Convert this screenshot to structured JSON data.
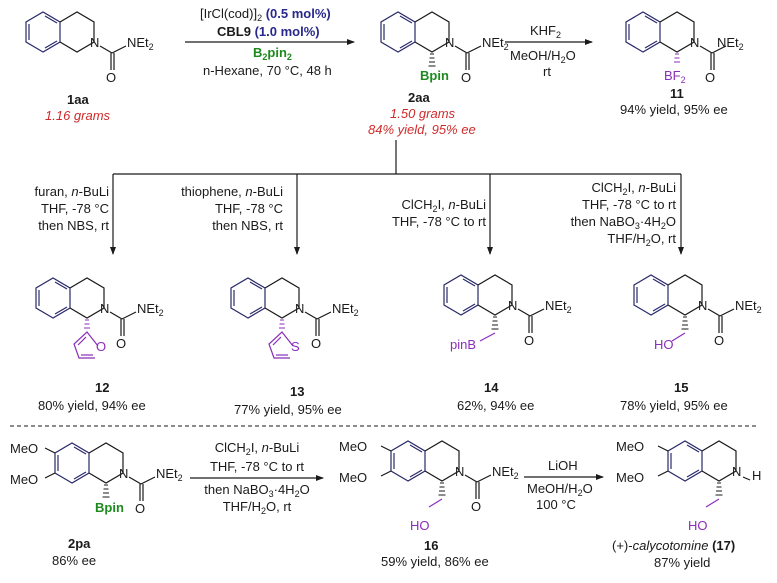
{
  "colors": {
    "red": "#d02a2a",
    "navy": "#28288c",
    "green": "#1e8a1e",
    "purple": "#8a2fb8",
    "text": "#1a1a1a"
  },
  "top": {
    "sm": {
      "label": "1aa",
      "amount": "1.16 grams",
      "group": "NEt",
      "sub": "2"
    },
    "step1": {
      "cat_pre": "[IrCl(cod)]",
      "cat_sub": "2",
      "cat_load": "(0.5 mol%)",
      "ligand": "CBL9",
      "ligand_load": "(1.0 mol%)",
      "reagent_pre": "B",
      "reagent_sub": "2",
      "reagent_post": "pin",
      "reagent_post_sub": "2",
      "conditions": "n-Hexane, 70 °C, 48 h"
    },
    "p2aa": {
      "label": "2aa",
      "amount": "1.50 grams",
      "result": "84% yield, 95% ee",
      "boron": "Bpin"
    },
    "step2": {
      "reagent": "KHF",
      "reagent_sub": "2",
      "solvent_pre": "MeOH/H",
      "solvent_sub": "2",
      "solvent_post": "O",
      "temp": "rt"
    },
    "p11": {
      "label": "11",
      "result": "94% yield, 95% ee",
      "boron": "BF",
      "boron_sub": "2"
    }
  },
  "branches": [
    {
      "lines": [
        [
          "furan, ",
          "n",
          "-BuLi"
        ],
        [
          "THF, -78 °C"
        ],
        [
          "then NBS, rt"
        ]
      ]
    },
    {
      "lines": [
        [
          "thiophene, ",
          "n",
          "-BuLi"
        ],
        [
          "THF, -78 °C"
        ],
        [
          "then NBS, rt"
        ]
      ]
    },
    {
      "lines": [
        [
          "ClCH",
          "2",
          "I, ",
          "n",
          "-BuLi"
        ],
        [
          "THF, -78 °C to rt"
        ]
      ]
    },
    {
      "lines": [
        [
          "ClCH",
          "2",
          "I, ",
          "n",
          "-BuLi"
        ],
        [
          "THF, -78 °C to rt"
        ],
        [
          "then NaBO",
          "3",
          "·4H",
          "2",
          "O"
        ],
        [
          "THF/H",
          "2",
          "O, rt"
        ]
      ]
    }
  ],
  "products": [
    {
      "label": "12",
      "result": "80% yield, 94% ee",
      "hetero": "O"
    },
    {
      "label": "13",
      "result": "77% yield, 95% ee",
      "hetero": "S"
    },
    {
      "label": "14",
      "result": "62%, 94% ee",
      "sub": "pinB"
    },
    {
      "label": "15",
      "result": "78% yield, 95% ee",
      "sub": "HO"
    }
  ],
  "bottom": {
    "p2pa": {
      "label": "2pa",
      "result": "86% ee",
      "boron": "Bpin",
      "ome": "MeO"
    },
    "step3": {
      "l1a": "ClCH",
      "l1s": "2",
      "l1b": "I, ",
      "l1i": "n",
      "l1c": "-BuLi",
      "l2": "THF, -78 °C to rt",
      "l3a": "then NaBO",
      "l3s": "3",
      "l3b": "·4H",
      "l3s2": "2",
      "l3c": "O",
      "l4a": "THF/H",
      "l4s": "2",
      "l4b": "O, rt"
    },
    "p16": {
      "label": "16",
      "result": "59% yield, 86% ee",
      "sub": "HO"
    },
    "step4": {
      "reagent": "LiOH",
      "solvent_pre": "MeOH/H",
      "solvent_sub": "2",
      "solvent_post": "O",
      "temp": "100 °C"
    },
    "p17": {
      "name_pre": "(+)-",
      "name": "calycotomine",
      "label": "(17)",
      "result": "87% yield",
      "nh": "N",
      "h": "H",
      "sub": "HO"
    }
  },
  "atoms": {
    "N": "N",
    "O": "O"
  }
}
